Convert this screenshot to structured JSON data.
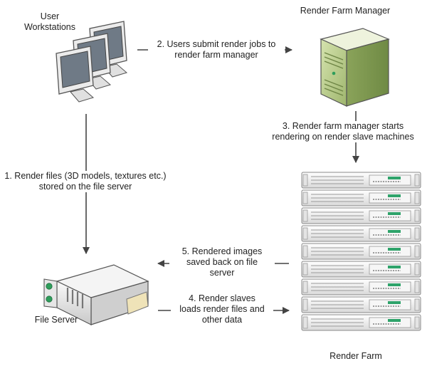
{
  "labels": {
    "user_workstations": "User\nWorkstations",
    "render_farm_manager": "Render Farm Manager",
    "file_server": "File Server",
    "render_farm": "Render Farm"
  },
  "steps": {
    "step1": "1. Render files (3D models, textures etc.)\nstored on the file server",
    "step2": "2. Users submit render jobs to\nrender farm manager",
    "step3": "3. Render farm manager starts\nrendering on render slave machines",
    "step4": "4. Render slaves\nloads render files and\nother data",
    "step5": "5. Rendered images\nsaved back on file\nserver"
  },
  "colors": {
    "arrow": "#444444",
    "manager_body": "#b8cc8c",
    "server_led": "#2e9e5b",
    "rack_led": "#2ea36a"
  },
  "icons": {
    "workstations": "monitor-stack-icon",
    "manager": "tower-server-icon",
    "file_server": "rack-server-icon",
    "render_farm": "server-rack-stack-icon"
  }
}
